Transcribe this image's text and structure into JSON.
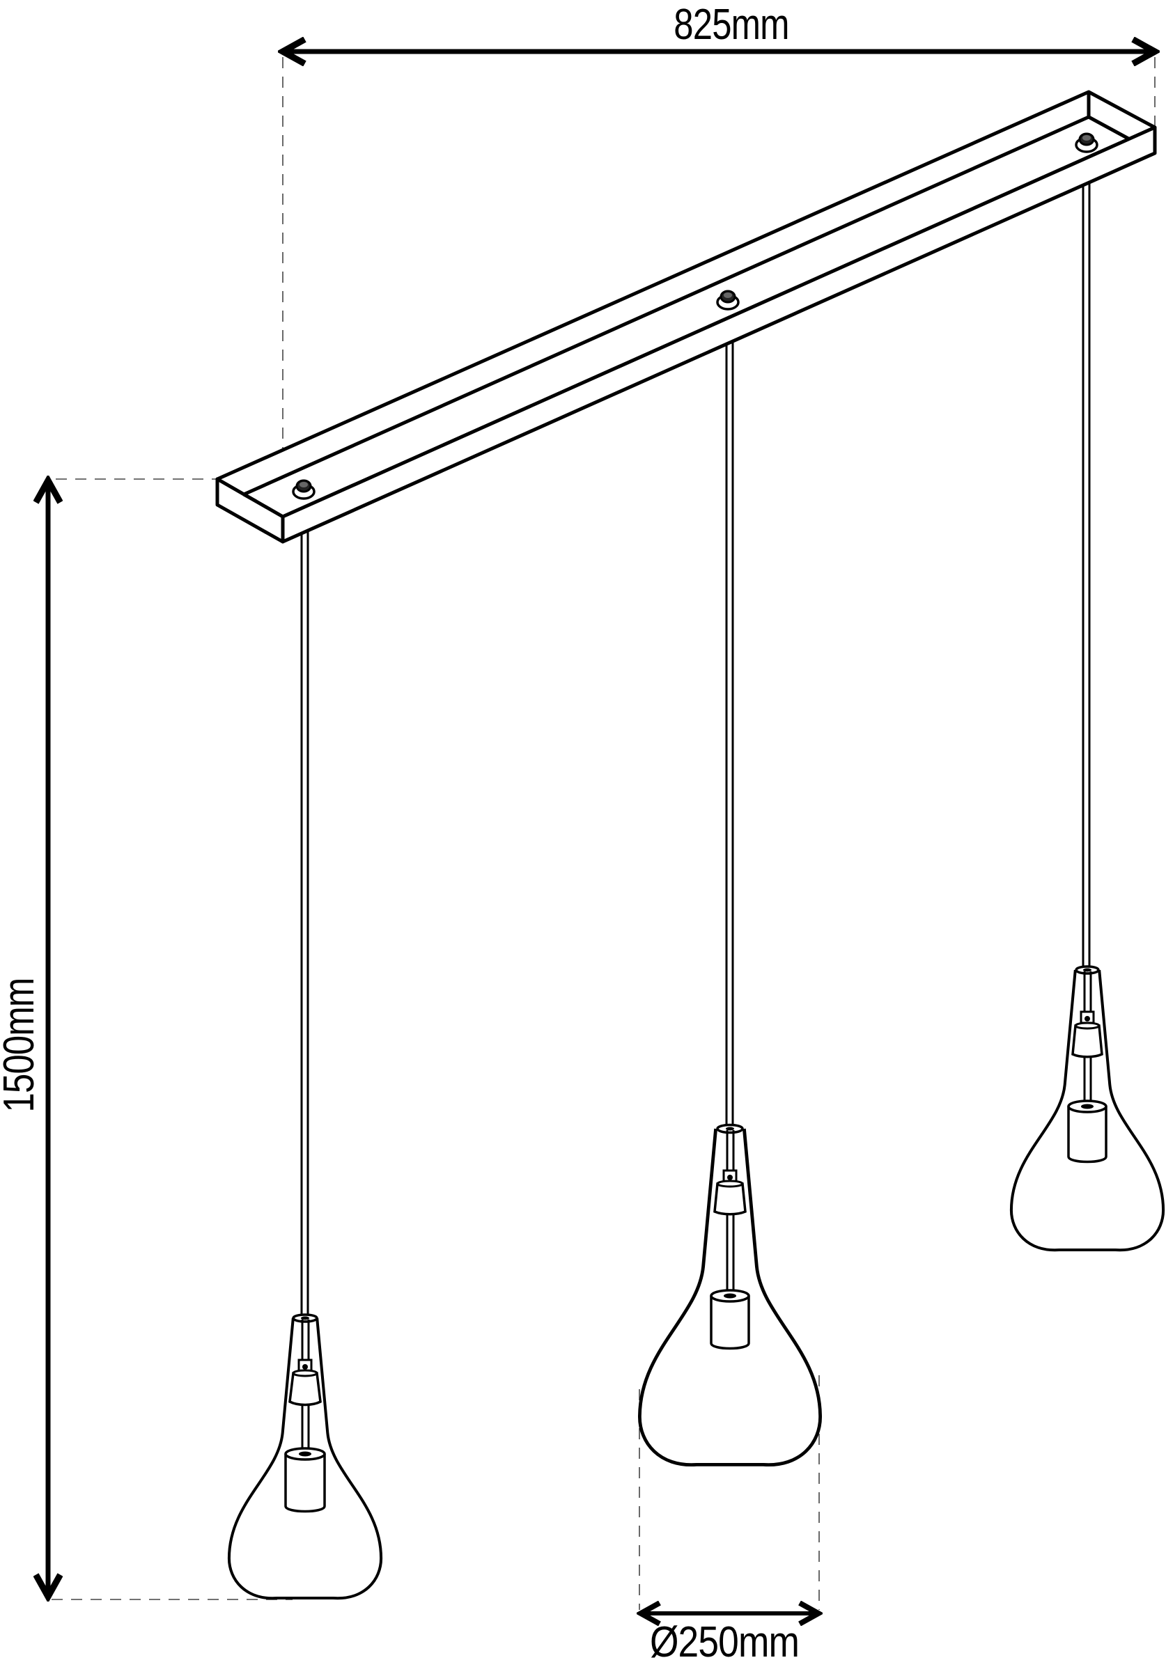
{
  "diagram": {
    "subject": "three-light linear pendant lamp technical drawing",
    "colors": {
      "line": "#000000",
      "background": "#ffffff",
      "dash": "#444444"
    },
    "dimensions": {
      "width_label": "825mm",
      "height_label": "1500mm",
      "diameter_label": "Ø250mm"
    },
    "components": {
      "canopy": "rectangular ceiling bar",
      "mounting_nuts": 3,
      "pendants": [
        {
          "position": "left",
          "shade": "teardrop glass"
        },
        {
          "position": "middle",
          "shade": "teardrop glass"
        },
        {
          "position": "right",
          "shade": "teardrop glass"
        }
      ]
    }
  }
}
